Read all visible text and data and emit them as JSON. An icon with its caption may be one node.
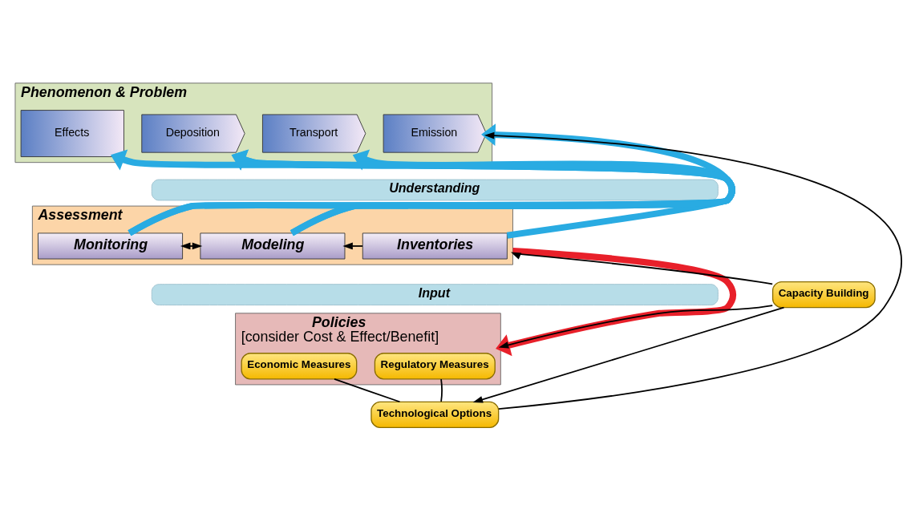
{
  "diagram": {
    "nodes": [
      {
        "text": [
          "Phenomenon & Problem"
        ]
      },
      {
        "text": [
          "Emission"
        ],
        "in": 0
      },
      {
        "text": [
          "Transport"
        ],
        "in": 0
      },
      {
        "text": [
          "Deposition"
        ],
        "in": 0
      },
      {
        "text": [
          "Effects"
        ],
        "in": 0
      },
      {
        "text": [
          "Understanding"
        ]
      },
      {
        "text": [
          "Assessment"
        ]
      },
      {
        "text": [
          "Inventories"
        ],
        "in": 6
      },
      {
        "text": [
          "Modeling"
        ],
        "in": 6
      },
      {
        "text": [
          "Monitoring"
        ],
        "in": 6
      },
      {
        "text": [
          "Input"
        ]
      },
      {
        "text": [
          "Policies",
          "[consider Cost & Effect/Benefit]"
        ]
      },
      {
        "text": [
          "Regulatory Measures"
        ],
        "in": 11
      },
      {
        "text": [
          "Economic Measures"
        ],
        "in": 11
      },
      {
        "text": [
          "Capacity Building"
        ]
      },
      {
        "text": [
          "Technological Options"
        ]
      }
    ],
    "edges": [
      {
        "from": 7,
        "to": 1,
        "arrow": "to",
        "style": "thick",
        "color": "#29abe2"
      },
      {
        "from": 8,
        "to": 2,
        "arrow": "to",
        "style": "thick",
        "color": "#29abe2"
      },
      {
        "from": 8,
        "to": 3,
        "arrow": "to",
        "style": "thick",
        "color": "#29abe2"
      },
      {
        "from": 9,
        "to": 3,
        "arrow": "to",
        "style": "thick",
        "color": "#29abe2"
      },
      {
        "from": 9,
        "to": 4,
        "arrow": "to",
        "style": "thick",
        "color": "#29abe2"
      },
      {
        "from": 7,
        "to": 8,
        "arrow": "to"
      },
      {
        "from": 8,
        "to": 9,
        "arrow": "both"
      },
      {
        "from": 6,
        "to": 11,
        "arrow": "to",
        "style": "thick",
        "color": "#e8202a"
      },
      {
        "from": 12,
        "to": 15,
        "arrow": "none"
      },
      {
        "from": 13,
        "to": 15,
        "arrow": "none"
      },
      {
        "from": 15,
        "to": 1,
        "arrow": "to"
      },
      {
        "from": 14,
        "to": 6,
        "arrow": "to"
      },
      {
        "from": 14,
        "to": 11,
        "arrow": "to"
      },
      {
        "from": 14,
        "to": 15,
        "arrow": "to"
      }
    ]
  }
}
